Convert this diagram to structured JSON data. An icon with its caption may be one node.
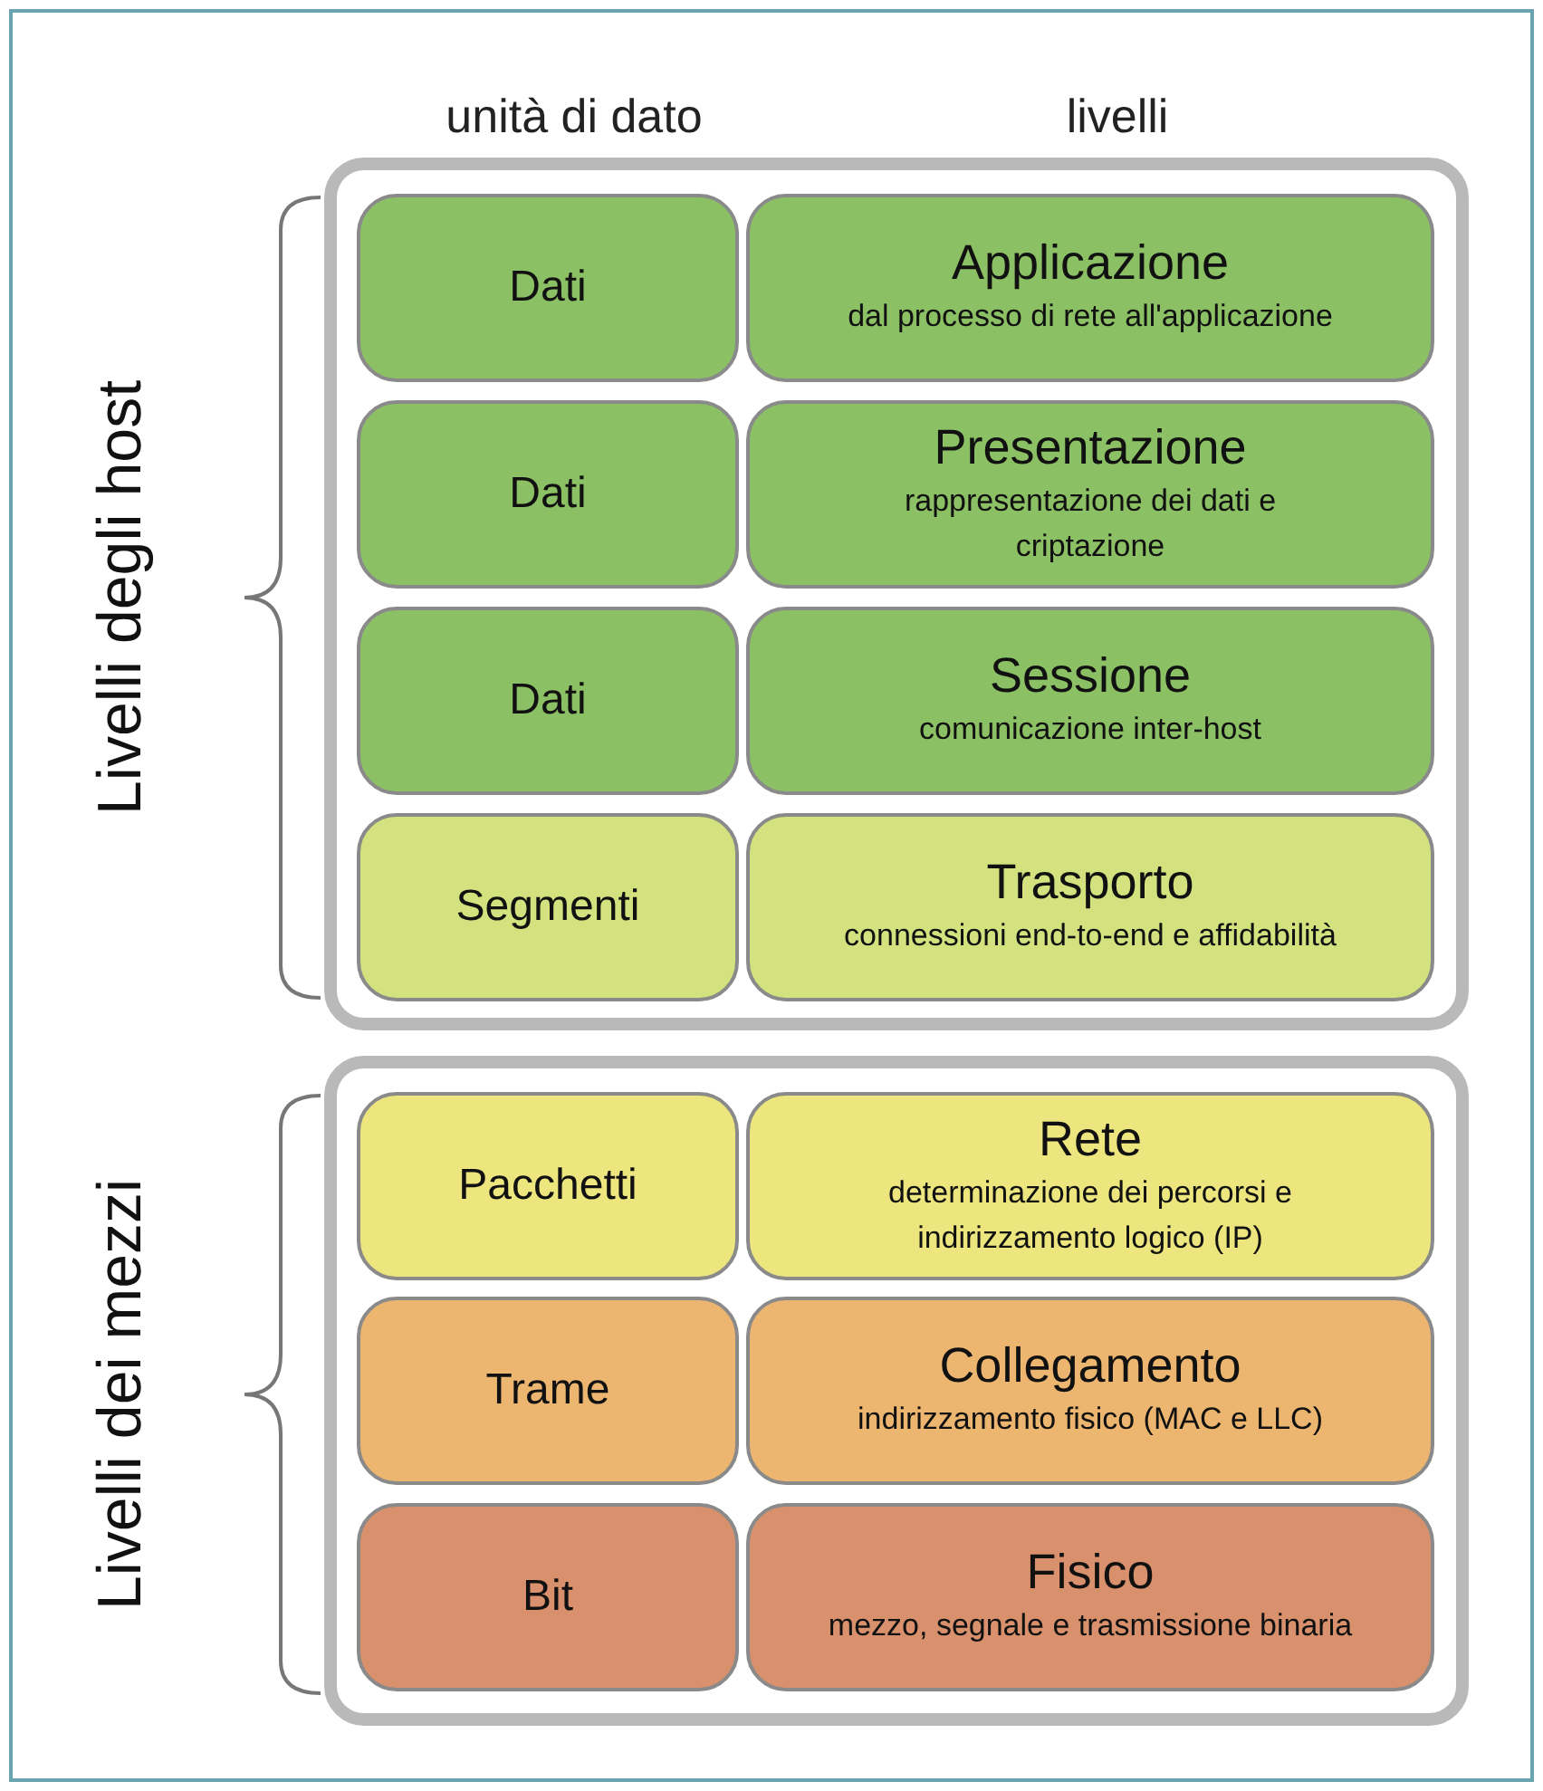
{
  "diagram": {
    "nodes": [
      {
        "text": [],
        "shape": "box"
      },
      {
        "text": [
          "Dati"
        ],
        "in": 0
      },
      {
        "text": [
          "Applicazione",
          "dal processo di rete all'applicazione"
        ],
        "in": 0
      },
      {
        "text": [
          "Dati"
        ],
        "in": 0
      },
      {
        "text": [
          "Presentazione",
          "rappresentazione dei dati e criptazione"
        ],
        "in": 0
      },
      {
        "text": [
          "Dati"
        ],
        "in": 0
      },
      {
        "text": [
          "Sessione",
          "comunicazione inter-host"
        ],
        "in": 0
      },
      {
        "text": [
          "Segmenti"
        ],
        "in": 0
      },
      {
        "text": [
          "Trasporto",
          "connessioni end-to-end e affidabilità"
        ],
        "in": 0
      },
      {
        "text": [],
        "shape": "box"
      },
      {
        "text": [
          "Pacchetti"
        ],
        "in": 9
      },
      {
        "text": [
          "Rete",
          "determinazione dei percorsi e indirizzamento logico (IP)"
        ],
        "in": 9
      },
      {
        "text": [
          "Trame"
        ],
        "in": 9
      },
      {
        "text": [
          "Collegamento",
          "indirizzamento fisico (MAC e LLC)"
        ],
        "in": 9
      },
      {
        "text": [
          "Bit"
        ],
        "in": 9
      },
      {
        "text": [
          "Fisico",
          "mezzo, segnale e trasmissione binaria"
        ],
        "in": 9
      }
    ],
    "labels": [
      "unità di dato",
      "livelli",
      "Livelli degli host",
      "Livelli dei mezzi"
    ]
  }
}
